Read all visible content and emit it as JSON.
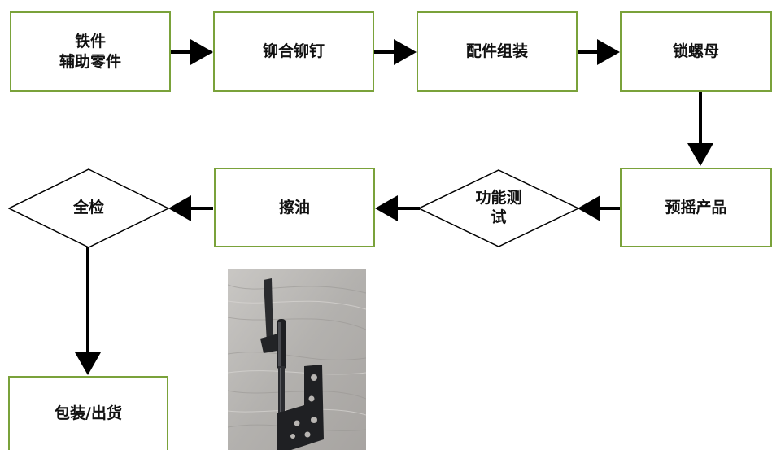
{
  "steps": {
    "iron_parts": {
      "line1": "铁件",
      "line2": "辅助零件"
    },
    "riveting": "铆合铆钉",
    "assembly": "配件组装",
    "lock_nut": "锁螺母",
    "pre_shake": "预摇产品",
    "function_test": {
      "line1": "功能测",
      "line2": "试"
    },
    "oiling": "擦油",
    "full_inspection": "全检",
    "pack_ship": "包装/出货"
  },
  "colors": {
    "box_border": "#7aa23a",
    "arrow": "#000000",
    "diamond_border": "#000000"
  },
  "photo": {
    "subject": "laptop-hinge"
  }
}
